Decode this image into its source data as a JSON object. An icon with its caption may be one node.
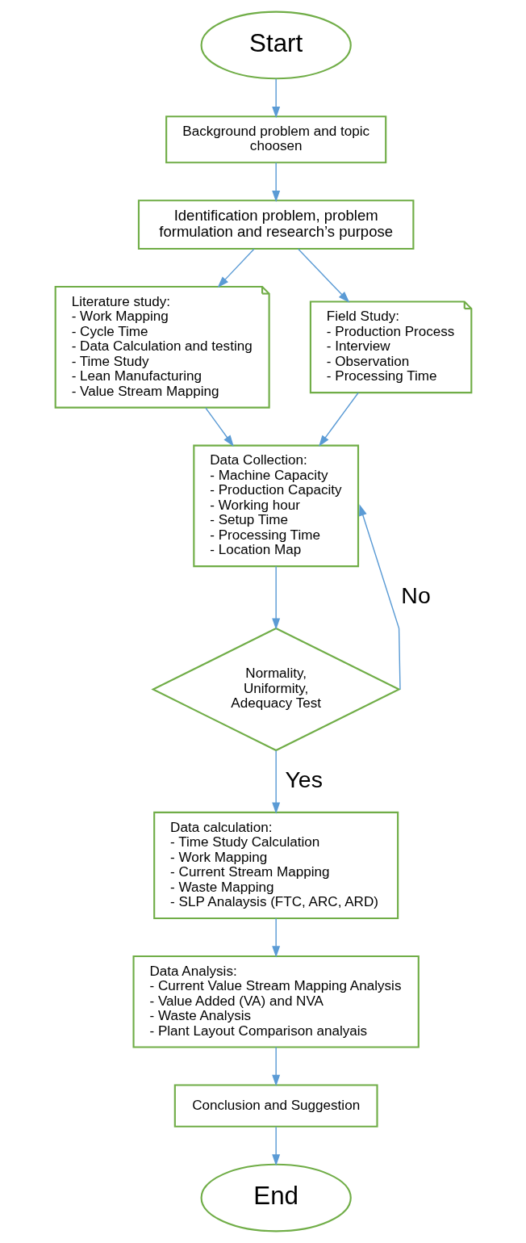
{
  "diagram": {
    "nodes": [
      {
        "text": [
          "Start"
        ]
      },
      {
        "text": [
          "Background problem and topic choosen"
        ]
      },
      {
        "text": [
          "Identification problem, problem formulation and research’s purpose"
        ]
      },
      {
        "text": [
          "Literature study:",
          "- Work Mapping",
          "- Cycle Time",
          "- Data Calculation and testing",
          "- Time Study",
          "- Lean Manufacturing",
          "- Value Stream Mapping"
        ]
      },
      {
        "text": [
          "Field Study:",
          "- Production Process",
          "- Interview",
          "- Observation",
          "- Processing Time"
        ]
      },
      {
        "text": [
          "Data Collection:",
          "- Machine Capacity",
          "- Production Capacity",
          "- Working hour",
          "- Setup Time",
          "- Processing Time",
          "- Location Map"
        ]
      },
      {
        "text": [
          "Normality, Uniformity, Adequacy Test"
        ]
      },
      {
        "text": [
          "Data calculation:",
          "- Time Study Calculation",
          "- Work Mapping",
          "- Current Stream Mapping",
          "- Waste Mapping",
          "- SLP Analaysis (FTC, ARC, ARD)"
        ]
      },
      {
        "text": [
          "Data Analysis:",
          "- Current Value Stream Mapping Analysis",
          "- Value Added (VA) and NVA",
          "- Waste Analysis",
          "- Plant Layout Comparison analyais"
        ]
      },
      {
        "text": [
          "Conclusion and Suggestion"
        ]
      },
      {
        "text": [
          "End"
        ]
      }
    ],
    "edges": [
      {
        "from": 0,
        "to": 1,
        "arrow": "to"
      },
      {
        "from": 1,
        "to": 2,
        "arrow": "to"
      },
      {
        "from": 2,
        "to": 3,
        "arrow": "to"
      },
      {
        "from": 2,
        "to": 4,
        "arrow": "to"
      },
      {
        "from": 3,
        "to": 5,
        "arrow": "to"
      },
      {
        "from": 4,
        "to": 5,
        "arrow": "to"
      },
      {
        "from": 5,
        "to": 6,
        "arrow": "to"
      },
      {
        "from": 6,
        "to": 5,
        "arrow": "to",
        "label": "No"
      },
      {
        "from": 6,
        "to": 7,
        "arrow": "to",
        "label": "Yes"
      },
      {
        "from": 7,
        "to": 8,
        "arrow": "to"
      },
      {
        "from": 8,
        "to": 9,
        "arrow": "to"
      },
      {
        "from": 9,
        "to": 10,
        "arrow": "to"
      }
    ]
  }
}
